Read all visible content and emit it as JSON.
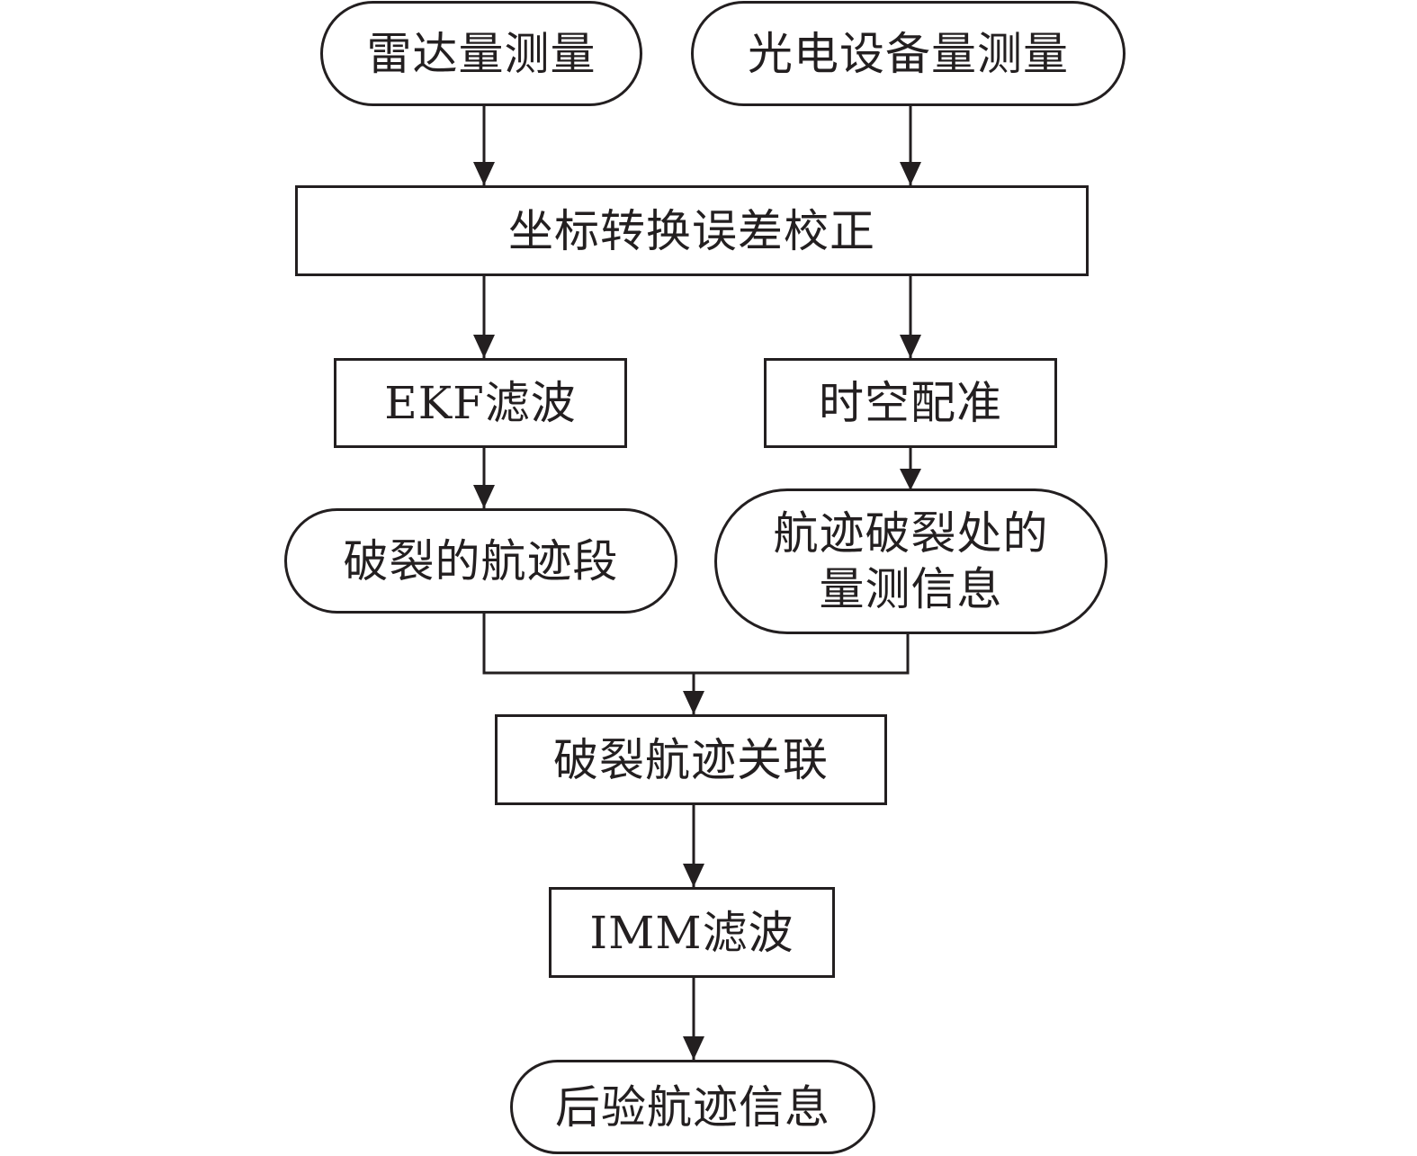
{
  "nodes": {
    "radar": "雷达量测量",
    "eo": "光电设备量测量",
    "coord": "坐标转换误差校正",
    "ekf": "EKF滤波",
    "spatial": "时空配准",
    "broken_segments": "破裂的航迹段",
    "broken_info_line1": "航迹破裂处的",
    "broken_info_line2": "量测信息",
    "assoc": "破裂航迹关联",
    "imm": "IMM滤波",
    "posterior": "后验航迹信息"
  },
  "colors": {
    "stroke": "#231f20",
    "fill": "#ffffff"
  }
}
